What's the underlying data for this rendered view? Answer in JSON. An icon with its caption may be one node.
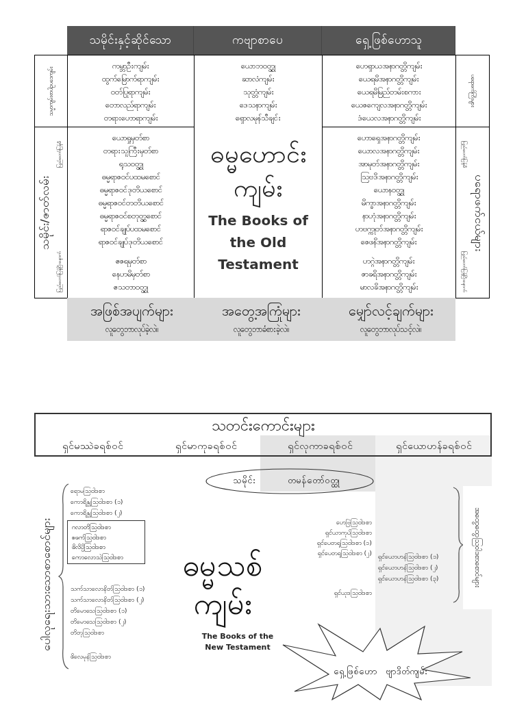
{
  "diagram": {
    "nodes": [
      {
        "text": [
          "သမိုင်းနှင့်ဆိုင်သော"
        ]
      },
      {
        "text": [
          "ကဗျာစာပေ"
        ]
      },
      {
        "text": [
          "ရှေ့ဖြစ်ဟောသူ"
        ]
      },
      {
        "text": [
          "သမ္မာကျမ်းစာပါဥပဒေကျမ်း"
        ]
      },
      {
        "text": [
          "ကမ္ဘာဦးကျမ်း",
          "ထွက်မြောက်ရာကျမ်း",
          "ဝတ်ပြုရာကျမ်း",
          "တောလည်ရာကျမ်း",
          "တရားဟောရာကျမ်း"
        ]
      },
      {
        "text": [
          "ယောဘဝတ္ထု",
          "ဆာလံကျမ်း",
          "သုတ္တံကျမ်း",
          "ဒေသနာကျမ်း",
          "ရှောလမုန်သီချင်း",
          "ဓမ္မဟောင်းကျမ်း",
          "The Books of the Old Testament"
        ]
      },
      {
        "text": [
          "ဟေရှာယအနာဂတ္တိကျမ်း",
          "ယေရမိအနာဂတ္တိကျမ်း",
          "ယေရမိမြည်တမ်းစကား",
          "ယေဇကျေလအနာဂတ္တိကျမ်း",
          "ဒံယေလအနာဂတ္တိကျမ်း"
        ]
      },
      {
        "text": [
          "ပရောဖက်ကြီးများ"
        ]
      },
      {
        "text": [
          "သမိုင်း/ဇာတ်လမ်း",
          "ပြည်တော်ပြန်မီ",
          "ပြည်တော်ပြန်ပြီးနောက်"
        ]
      },
      {
        "text": [
          "ယောရှုမှတ်စာ",
          "တရားသူကြီးမှတ်စာ",
          "ရုသဝတ္ထု",
          "ဓမ္မရာဇဝင်ပထမစောင်",
          "ဓမ္မရာဇဝင်ဒုတိယစောင်",
          "ဓမ္မရာဇဝင်တတိယစောင်",
          "ဓမ္မရာဇဝင်စတုတ္ထစောင်",
          "ရာဇဝင်ချုပ်ပထမစောင်",
          "ရာဇဝင်ချုပ်ဒုတိယစောင်",
          "ဧဇရမှတ်စာ",
          "နေဟမိမှတ်စာ",
          "ဧသတာဝတ္ထု"
        ]
      },
      {
        "text": [
          "ဟောရှေအနာဂတ္တိကျမ်း",
          "ယောလအနာဂတ္တိကျမ်း",
          "အာမုတ်အနာဂတ္တိကျမ်း",
          "ဩဗဒိအနာဂတ္တိကျမ်း",
          "ယောနဝတ္ထု",
          "မိက္ခာအနာဂတ္တိကျမ်း",
          "နာဟုံအနာဂတ္တိကျမ်း",
          "ဟဗက္ကုတ်အနာဂတ္တိကျမ်း",
          "ဇေဖနိအနာဂတ္တိကျမ်း",
          "ဟဂ္ဂဲအနာဂတ္တိကျမ်း",
          "ဇာခရိအနာဂတ္တိကျမ်း",
          "မာလခိအနာဂတ္တိကျမ်း"
        ]
      },
      {
        "text": [
          "ပရောဖက်ငယ်များ",
          "ပြည်တော်ပြန်မီ",
          "ပြည်တော်ပြန်ပြီးနောက်"
        ]
      },
      {
        "text": [
          "အဖြစ်အပျက်များ",
          "လူတွေဘာလုပ်ခဲ့လဲ။"
        ]
      },
      {
        "text": [
          "အတွေ့အကြုံများ",
          "လူတွေဘာခံစားခဲ့လဲ။"
        ]
      },
      {
        "text": [
          "မျှော်လင့်ချက်များ",
          "လူတွေဘာလုပ်သင့်လဲ။"
        ]
      },
      {
        "text": [
          "သတင်းကောင်းများ",
          "ရှင်မဿဲခရစ်ဝင်",
          "ရှင်မာကုခရစ်ဝင်",
          "ရှင်လုကာခရစ်ဝင်",
          "ရှင်ယောဟန်ခရစ်ဝင်"
        ]
      },
      {
        "text": [
          "သမိုင်း",
          "တမန်တော်ဝတ္ထု"
        ]
      },
      {
        "text": [
          "ဂလာတိဩဝါဒစာ",
          "ဧဖက်ဩဝါဒစာ",
          "ဖိလိပ္ပိဩဝါဒစာ",
          "ကောလောသဲဩဝါဒစာ"
        ]
      },
      {
        "text": [
          "အထွေထွေဩဝါဒစာစောင်များ"
        ]
      },
      {
        "text": [
          "ရှေ့ဖြစ်ဟော",
          "ဗျာဒိတ်ကျမ်း"
        ]
      }
    ],
    "labels": [
      "ရောမဩဝါဒစာ",
      "ကောရိန္သုဩဝါဒစာ (၁)",
      "ကောရိန္သုဩဝါဒစာ (၂)",
      "ဟေဗြဲဩဝါဒစာ",
      "ရှင်ယာကုပ်ဩဝါဒစာ",
      "ရှင်ပေတရုဩဝါဒစာ (၁)",
      "ရှင်ပေတရုဩဝါဒစာ (၂)",
      "ပေါလုရေးသားသောစာစောင်များ",
      "ဓမ္မသစ်ကျမ်း",
      "ရှင်ယောဟန်ဩဝါဒစာ (၁)",
      "ရှင်ယောဟန်ဩဝါဒစာ (၂)",
      "ရှင်ယောဟန်ဩဝါဒစာ (၃)",
      "သက်သာလောနိတ်ဩဝါဒစာ (၁)",
      "သက်သာလောနိတ်ဩဝါဒစာ (၂)",
      "ရှင်ယုဒဩဝါဒစာ",
      "တိမောသေဩဝါဒစာ (၁)",
      "တိမောသေဩဝါဒစာ (၂)",
      "တိတုဩဝါဒစာ",
      "The Books of the New Testament",
      "ဖိလေမုန်ဩဝါဒစာ"
    ]
  }
}
